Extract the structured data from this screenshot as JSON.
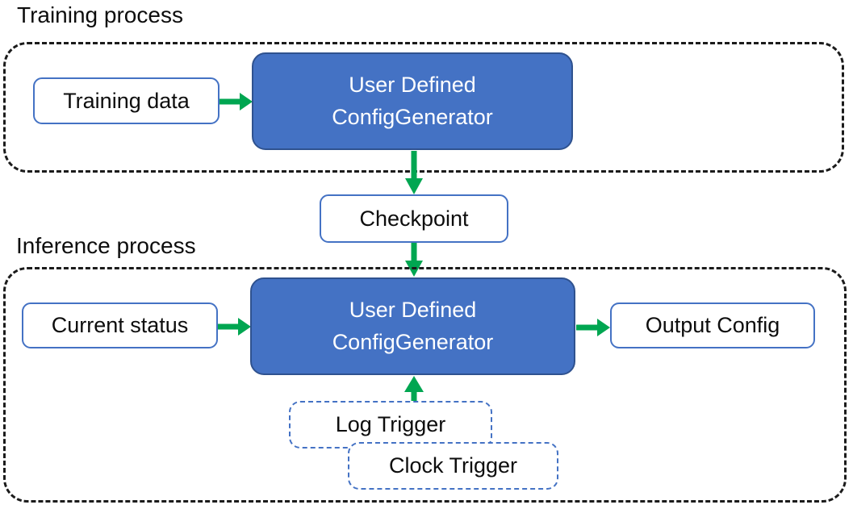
{
  "colors": {
    "generator_fill": "#4472C4",
    "generator_border": "#2F528F",
    "io_box_border": "#4472C4",
    "arrow_green": "#00A651",
    "container_dash": "#1b1b1b"
  },
  "training": {
    "section_label": "Training process",
    "input_box": "Training data",
    "generator_line1": "User Defined",
    "generator_line2": "ConfigGenerator"
  },
  "checkpoint": {
    "label": "Checkpoint"
  },
  "inference": {
    "section_label": "Inference process",
    "input_box": "Current status",
    "generator_line1": "User Defined",
    "generator_line2": "ConfigGenerator",
    "output_box": "Output Config",
    "log_trigger": "Log Trigger",
    "clock_trigger": "Clock Trigger"
  }
}
